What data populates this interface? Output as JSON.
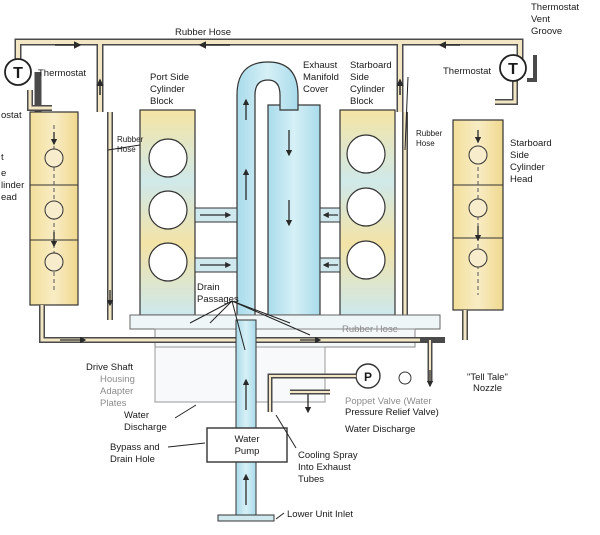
{
  "labels": {
    "rubber_hose_top": "Rubber Hose",
    "thermostat_vent": [
      "Thermostat",
      "Vent",
      "Groove"
    ],
    "thermostat_left": "Thermostat",
    "thermostat_right": "Thermostat",
    "thermostat_glyph": "T",
    "left_head_partial": [
      "ostat",
      "t",
      "e",
      "linder",
      "ead"
    ],
    "port_block": [
      "Port Side",
      "Cylinder",
      "Block"
    ],
    "exhaust_cover": [
      "Exhaust",
      "Manifold",
      "Cover"
    ],
    "starboard_block": [
      "Starboard",
      "Side",
      "Cylinder",
      "Block"
    ],
    "starboard_head": [
      "Starboard",
      "Side",
      "Cylinder",
      "Head"
    ],
    "rubber_hose_left": [
      "Rubber",
      "Hose"
    ],
    "rubber_hose_right": [
      "Rubber",
      "Hose"
    ],
    "drain_passages": [
      "Drain",
      "Passages"
    ],
    "rubber_hose_bottom": "Rubber Hose",
    "drive_shaft": [
      "Drive Shaft",
      "Housing",
      "Adapter",
      "Plates"
    ],
    "poppet_glyph": "P",
    "poppet_valve": [
      "Poppet Valve (Water",
      "Pressure Relief Valve)"
    ],
    "tell_tale": [
      "\"Tell Tale\"",
      "Nozzle"
    ],
    "water_discharge_left": [
      "Water",
      "Discharge"
    ],
    "water_discharge_right": "Water Discharge",
    "bypass_drain": [
      "Bypass and",
      "Drain Hole"
    ],
    "water_pump": [
      "Water",
      "Pump"
    ],
    "cooling_spray": [
      "Cooling Spray",
      "Into Exhaust",
      "Tubes"
    ],
    "lower_unit_inlet": "Lower Unit Inlet"
  },
  "colors": {
    "pipe_fill": "#f3e6c4",
    "pipe_stroke": "#4a4a4a",
    "warm_water": "#f1dc97",
    "cold_water": "#bfe3ef",
    "outline": "#333333",
    "arrow": "#2a2a2a"
  }
}
